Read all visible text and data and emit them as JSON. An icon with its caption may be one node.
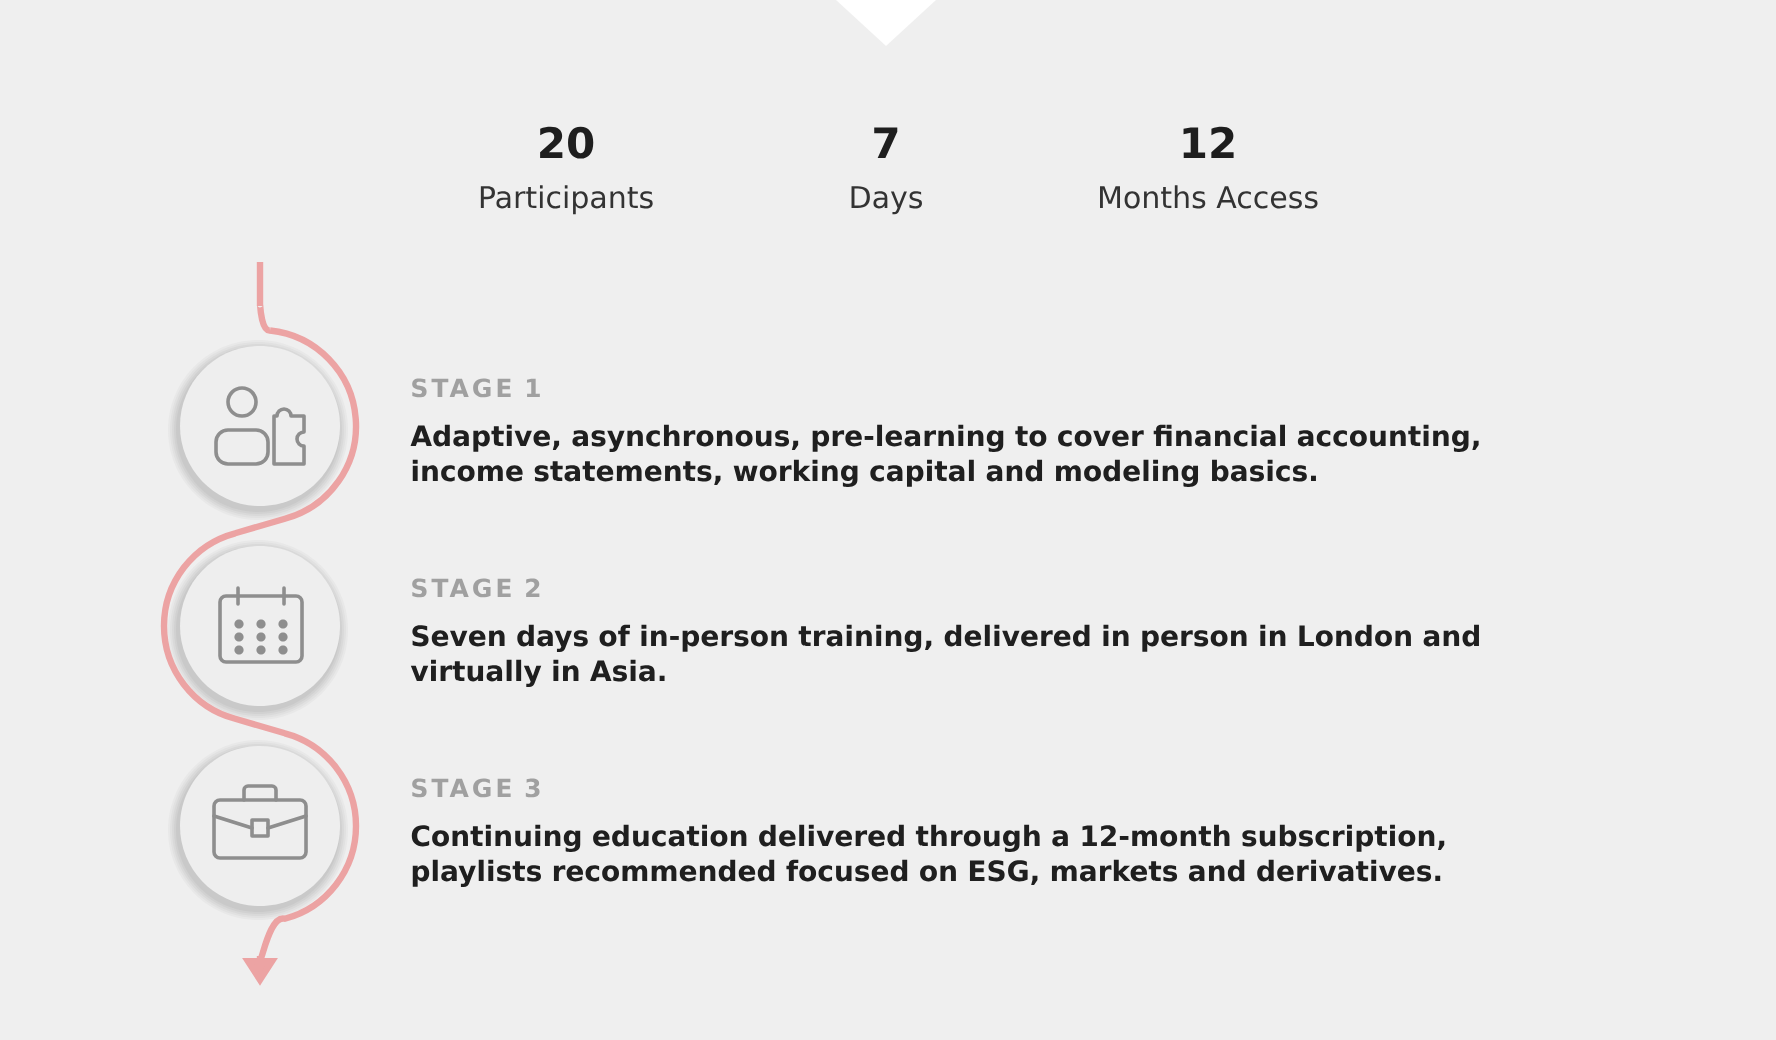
{
  "diagram": {
    "nodes": [
      {
        "text": [],
        "shape": "circle",
        "beside": [
          "STAGE 1",
          "Adaptive, asynchronous, pre-learning to cover financial accounting, income statements, working capital and modeling basics."
        ]
      },
      {
        "text": [],
        "shape": "circle",
        "beside": [
          "STAGE 2",
          "Seven days of in-person training, delivered in person in London and virtually in Asia."
        ]
      },
      {
        "text": [],
        "shape": "circle",
        "beside": [
          "STAGE 3",
          "Continuing education delivered through a 12-month subscription, playlists recommended focused on ESG, markets and derivatives."
        ]
      }
    ],
    "edges": [
      {
        "from": null,
        "to": 0,
        "arrow": "none"
      },
      {
        "from": 0,
        "to": 1,
        "arrow": "none"
      },
      {
        "from": 1,
        "to": 2,
        "arrow": "none"
      },
      {
        "from": 2,
        "to": null,
        "arrow": "to"
      }
    ],
    "labels": [
      "20",
      "7",
      "12",
      "Participants",
      "Days",
      "Months Access"
    ]
  }
}
